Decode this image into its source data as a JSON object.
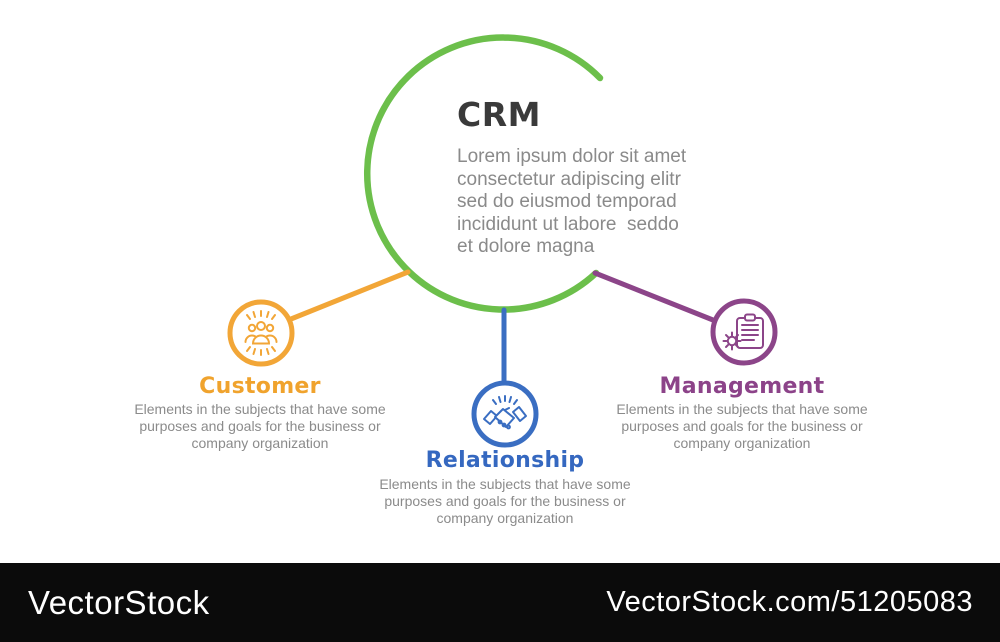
{
  "hub": {
    "title": "CRM",
    "description": "Lorem ipsum dolor sit amet\nconsectetur adipiscing elitr\nsed do eiusmod temporad\nincididunt ut labore  seddo\net dolore magna",
    "arc_color": "#6cbf4b"
  },
  "nodes": [
    {
      "label": "Customer",
      "description": "Elements in the subjects that have some\npurposes and goals for the business or\ncompany organization",
      "color": "#f2a637",
      "icon": "people-group-icon"
    },
    {
      "label": "Relationship",
      "description": "Elements in the subjects that have some\npurposes and goals for the business or\ncompany organization",
      "color": "#3a6ec2",
      "icon": "handshake-icon"
    },
    {
      "label": "Management",
      "description": "Elements in the subjects that have some\npurposes and goals for the business or\ncompany organization",
      "color": "#8c4589",
      "icon": "clipboard-gear-icon"
    }
  ],
  "colors": {
    "title_text": "#3a3a3a",
    "body_text": "#8a8a8a",
    "footer_bg": "#0b0b0b",
    "footer_text": "#ffffff"
  },
  "footer": {
    "brand": "VectorStock",
    "credit": "VectorStock.com/51205083"
  }
}
